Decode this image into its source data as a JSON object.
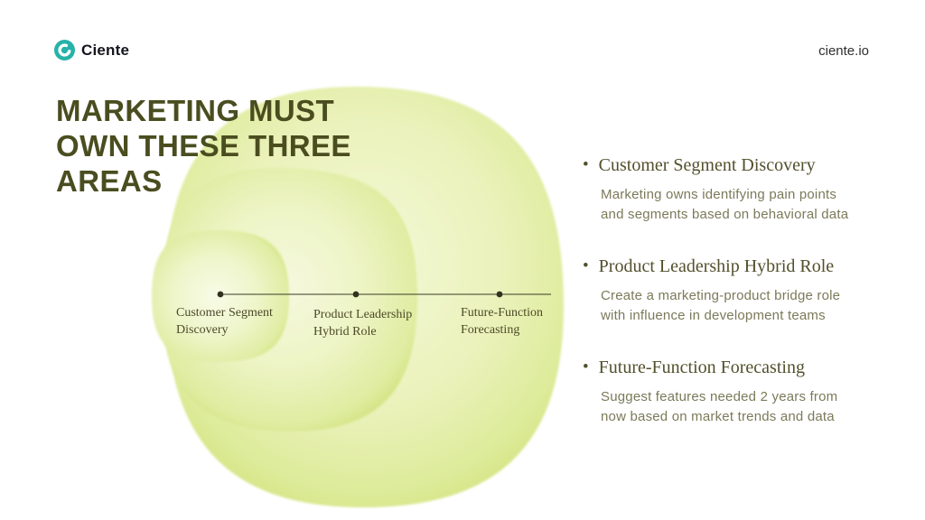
{
  "header": {
    "brand": "Ciente",
    "logo_letter": "C",
    "website": "ciente.io"
  },
  "title": "MARKETING MUST\nOWN THESE THREE\nAREAS",
  "ui": {
    "bullet": "•"
  },
  "colors": {
    "teal": "#26b2a9",
    "title_olive": "#4a4d1f",
    "heading_olive": "#52502c",
    "body_olive": "#7b7a5a",
    "blob_edge_green": "#cfe073",
    "blob_center_green": "#f7fae4",
    "timeline_dark": "#32321e"
  },
  "diagram": {
    "type": "nested-blobs-timeline",
    "nodes": [
      {
        "label": "Customer Segment\nDiscovery"
      },
      {
        "label": "Product Leadership\nHybrid Role"
      },
      {
        "label": "Future-Function\nForecasting"
      }
    ]
  },
  "bullets": [
    {
      "heading": "Customer Segment Discovery",
      "body": "Marketing owns identifying pain points\nand segments based on behavioral data"
    },
    {
      "heading": "Product Leadership Hybrid Role",
      "body": "Create a marketing-product bridge role\nwith influence in development teams"
    },
    {
      "heading": "Future-Function Forecasting",
      "body": "Suggest features needed 2 years from\nnow based on market trends and data"
    }
  ]
}
